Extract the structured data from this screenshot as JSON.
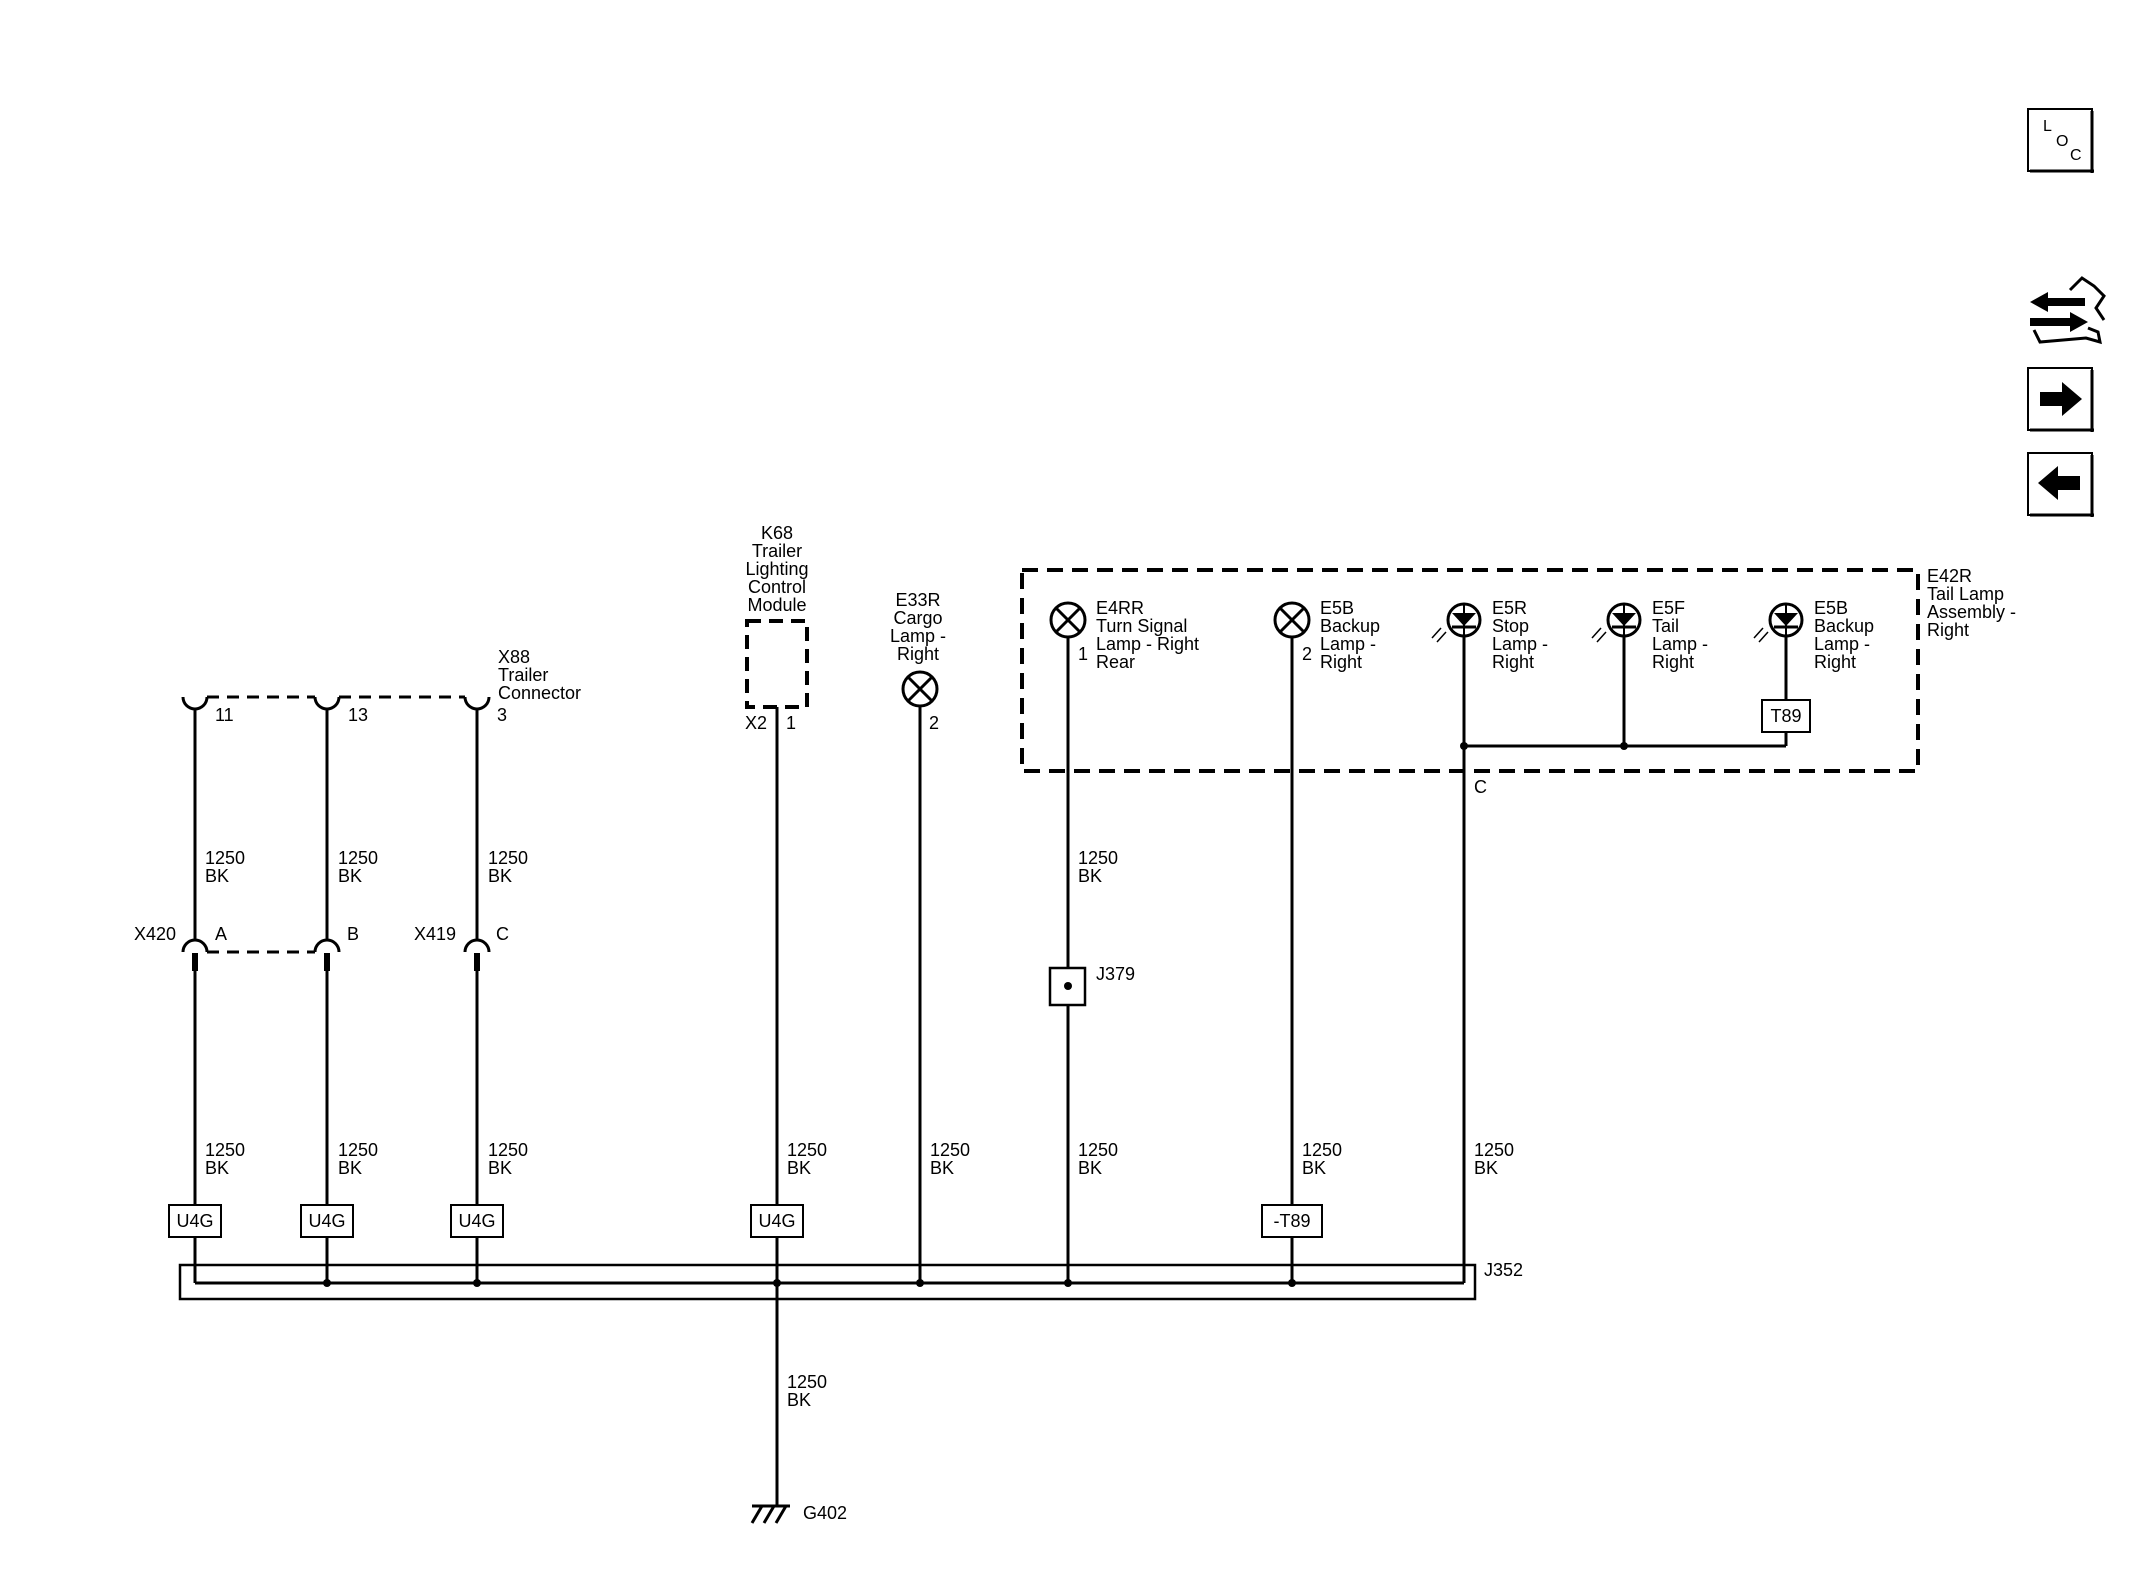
{
  "nav": {
    "loc_l": "L",
    "loc_o": "O",
    "loc_c": "C"
  },
  "components": {
    "trailer_connector": [
      "X88",
      "Trailer",
      "Connector"
    ],
    "k68": [
      "K68",
      "Trailer",
      "Lighting",
      "Control",
      "Module"
    ],
    "e33r": [
      "E33R",
      "Cargo",
      "Lamp -",
      "Right"
    ],
    "e42r": [
      "E42R",
      "Tail Lamp",
      "Assembly -",
      "Right"
    ],
    "e4rr": [
      "E4RR",
      "Turn Signal",
      "Lamp - Right",
      "Rear"
    ],
    "e5b_left": [
      "E5B",
      "Backup",
      "Lamp -",
      "Right"
    ],
    "e5r": [
      "E5R",
      "Stop",
      "Lamp -",
      "Right"
    ],
    "e5f": [
      "E5F",
      "Tail",
      "Lamp -",
      "Right"
    ],
    "e5b_right": [
      "E5B",
      "Backup",
      "Lamp -",
      "Right"
    ]
  },
  "pins": {
    "x88_11": "11",
    "x88_13": "13",
    "x88_3": "3",
    "x420_a": "A",
    "x420_b": "B",
    "x419_c": "C",
    "k68_x2": "X2",
    "k68_1": "1",
    "e33r_2": "2",
    "e4rr_1": "1",
    "e5b_2": "2",
    "e42r_c": "C"
  },
  "connectors": {
    "x420": "X420",
    "x419": "X419"
  },
  "wire": {
    "gauge": "1250",
    "color": "BK"
  },
  "options": {
    "u4g": "U4G",
    "t89": "T89",
    "not_t89": "-T89"
  },
  "splices": {
    "j379": "J379",
    "j352": "J352"
  },
  "ground": {
    "g402": "G402"
  }
}
